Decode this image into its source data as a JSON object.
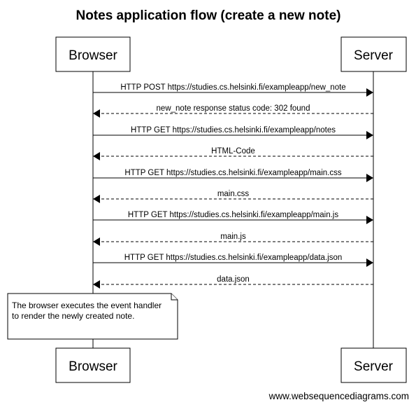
{
  "title": "Notes application flow (create a new note)",
  "participants": {
    "browser": "Browser",
    "server": "Server"
  },
  "messages": [
    {
      "from": "browser",
      "to": "server",
      "style": "solid",
      "label": "HTTP POST https://studies.cs.helsinki.fi/exampleapp/new_note"
    },
    {
      "from": "server",
      "to": "browser",
      "style": "dashed",
      "label": "new_note response status code: 302 found"
    },
    {
      "from": "browser",
      "to": "server",
      "style": "solid",
      "label": "HTTP GET https://studies.cs.helsinki.fi/exampleapp/notes"
    },
    {
      "from": "server",
      "to": "browser",
      "style": "dashed",
      "label": "HTML-Code"
    },
    {
      "from": "browser",
      "to": "server",
      "style": "solid",
      "label": "HTTP GET https://studies.cs.helsinki.fi/exampleapp/main.css"
    },
    {
      "from": "server",
      "to": "browser",
      "style": "dashed",
      "label": "main.css"
    },
    {
      "from": "browser",
      "to": "server",
      "style": "solid",
      "label": "HTTP GET https://studies.cs.helsinki.fi/exampleapp/main.js"
    },
    {
      "from": "server",
      "to": "browser",
      "style": "dashed",
      "label": "main.js"
    },
    {
      "from": "browser",
      "to": "server",
      "style": "solid",
      "label": "HTTP GET https://studies.cs.helsinki.fi/exampleapp/data.json"
    },
    {
      "from": "server",
      "to": "browser",
      "style": "dashed",
      "label": "data.json"
    }
  ],
  "note": {
    "over": "browser",
    "lines": [
      "The browser executes the event handler",
      "to render the newly created note."
    ]
  },
  "watermark": "www.websequencediagrams.com"
}
